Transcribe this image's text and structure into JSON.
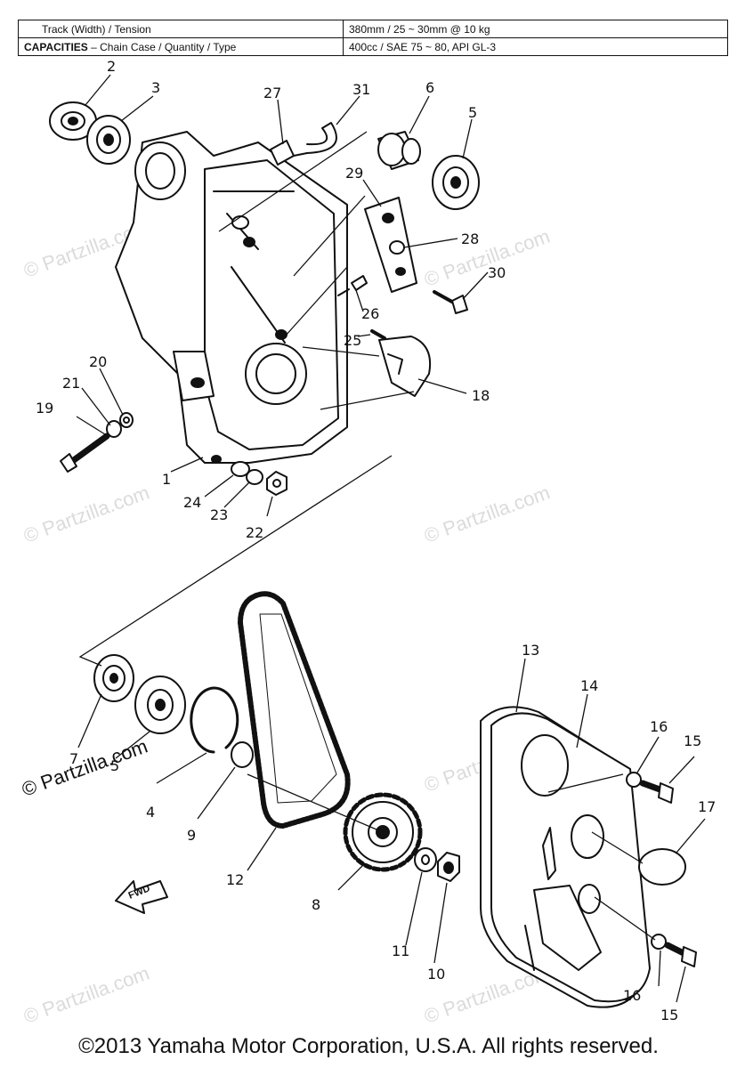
{
  "specs": {
    "row1": {
      "label_a": "Track (Width) / Tension",
      "value": "380mm / 25 ~ 30mm @ 10 kg"
    },
    "row2": {
      "label_bold": "CAPACITIES",
      "label_rest": " – Chain Case / Quantity / Type",
      "value": "400cc / SAE 75 ~ 80, API GL-3"
    }
  },
  "callouts": [
    "1",
    "2",
    "3",
    "4",
    "5",
    "6",
    "7",
    "8",
    "9",
    "10",
    "11",
    "12",
    "13",
    "14",
    "15",
    "16",
    "17",
    "18",
    "19",
    "20",
    "21",
    "22",
    "23",
    "24",
    "25",
    "26",
    "27",
    "28",
    "29",
    "30",
    "31"
  ],
  "callout_extra": {
    "c5b": "5",
    "c15b": "15",
    "c16b": "16"
  },
  "direction_label": "FWD",
  "watermark": "© Partzilla.com",
  "copyright": "©2013 Yamaha Motor Corporation, U.S.A. All rights reserved."
}
